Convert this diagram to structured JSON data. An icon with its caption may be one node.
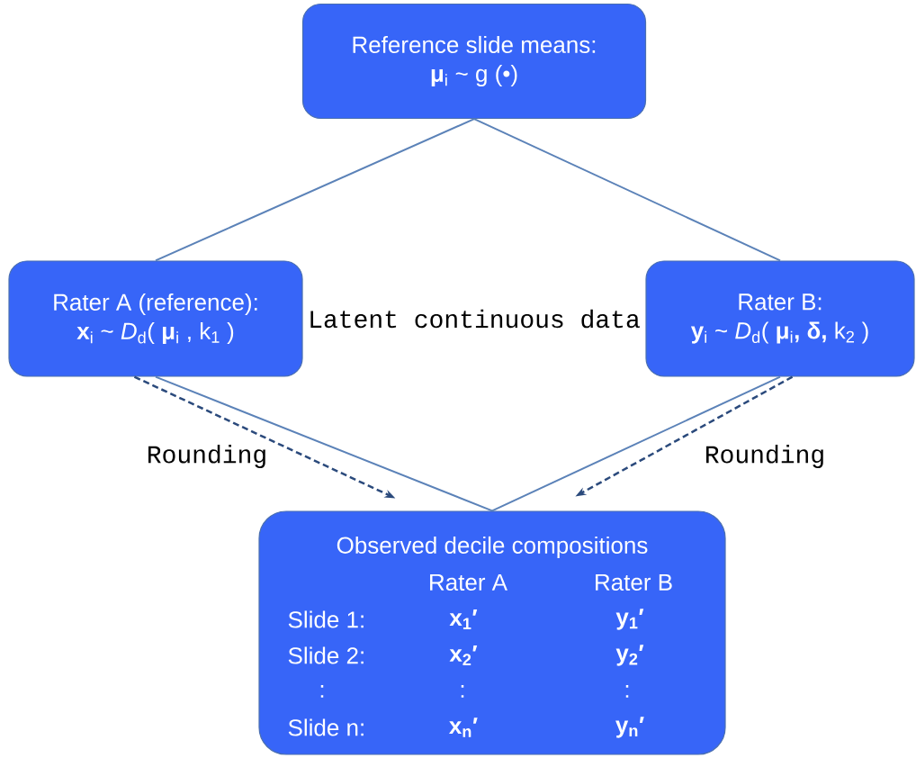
{
  "diagram": {
    "nodes": [
      {
        "text": [
          "Reference slide means:",
          "**μ**$_{i}$ ~ g (•)"
        ]
      },
      {
        "text": [
          "Rater A  (reference):",
          "**x**$_{i}$ ~ *D*$_{d}$( **μ**$_{i}$ , k$_{1}$ )"
        ]
      },
      {
        "text": [
          "Rater B:",
          "**y**$_{i}$ ~ *D*$_{d}$( **μ**$_{i}$**, δ,** k$_{2}$ )"
        ]
      },
      {
        "text": [
          "Observed decile compositions",
          "Rater A",
          "Rater B",
          "Slide 1:",
          "x$_{1}$′",
          "y$_{1}$′",
          "Slide 2:",
          "x$_{2}$′",
          "y$_{2}$′",
          ":",
          ":",
          ":",
          "Slide n:",
          "x$_{n}$′",
          "y$_{n}$′"
        ]
      }
    ],
    "edges": [
      {
        "from": 0,
        "to": 1,
        "arrow": "none"
      },
      {
        "from": 0,
        "to": 2,
        "arrow": "none"
      },
      {
        "from": 1,
        "to": 3,
        "arrow": "none"
      },
      {
        "from": 2,
        "to": 3,
        "arrow": "none"
      },
      {
        "from": 1,
        "to": 3,
        "arrow": "to",
        "style": "dashed",
        "color": "#2b4a7c",
        "label": "Rounding"
      },
      {
        "from": 2,
        "to": 3,
        "arrow": "to",
        "style": "dashed",
        "color": "#2b4a7c",
        "label": "Rounding"
      }
    ],
    "labels": [
      "Latent continuous data"
    ]
  }
}
